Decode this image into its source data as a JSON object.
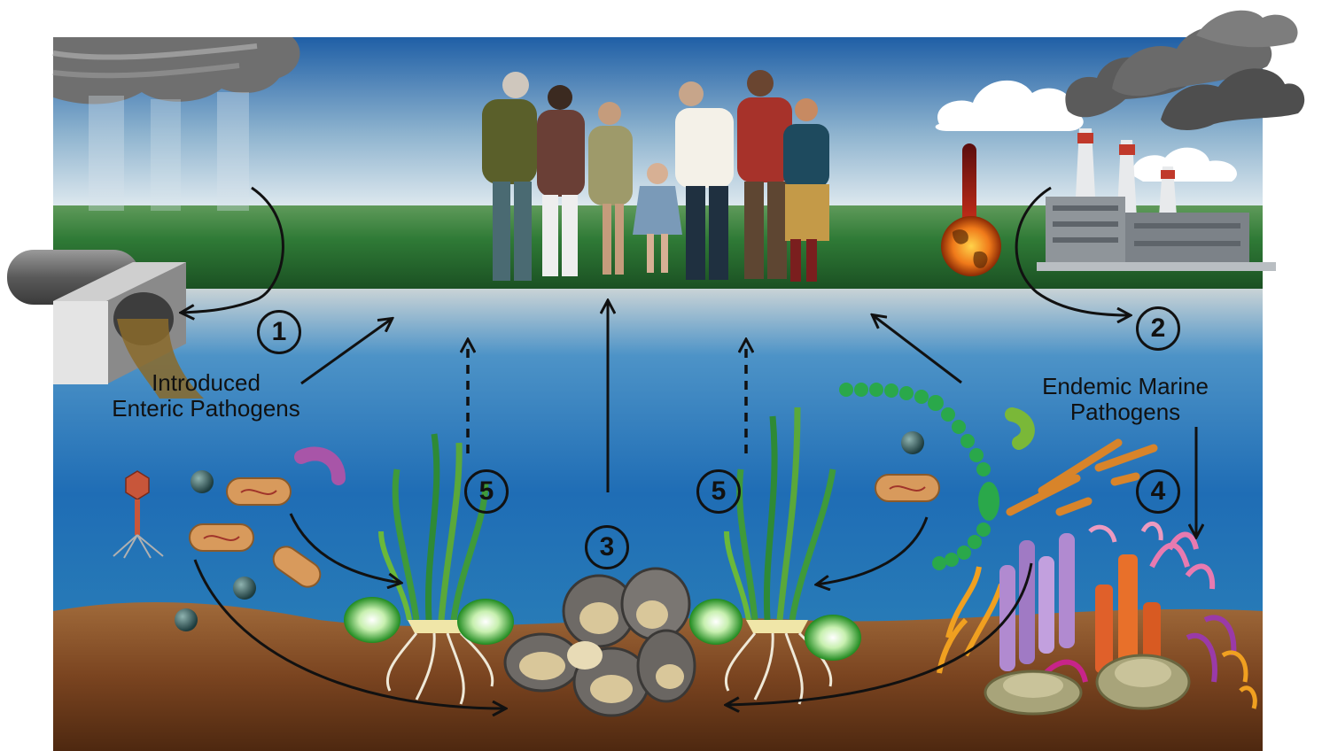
{
  "labels": {
    "introduced": [
      "Introduced",
      "Enteric Pathogens"
    ],
    "endemic": [
      "Endemic Marine",
      "Pathogens"
    ]
  },
  "markers": [
    "1",
    "2",
    "3",
    "4",
    "5",
    "5"
  ],
  "icons": {
    "sewage_pipe": "sewage-pipe-icon",
    "storm_cloud": "storm-cloud-icon",
    "factory": "factory-icon",
    "thermometer": "thermometer-icon",
    "earth": "burning-earth-icon",
    "people": "people-group",
    "seagrass": "seagrass-icon",
    "oysters": "oyster-cluster-icon",
    "coral": "coral-reef-icon"
  },
  "colors": {
    "sky_top": "#1f5fa6",
    "sky_bottom": "#e6eef2",
    "land": "#1f5f2a",
    "water": "#2a78b8",
    "sediment": "#6e3c1a"
  }
}
